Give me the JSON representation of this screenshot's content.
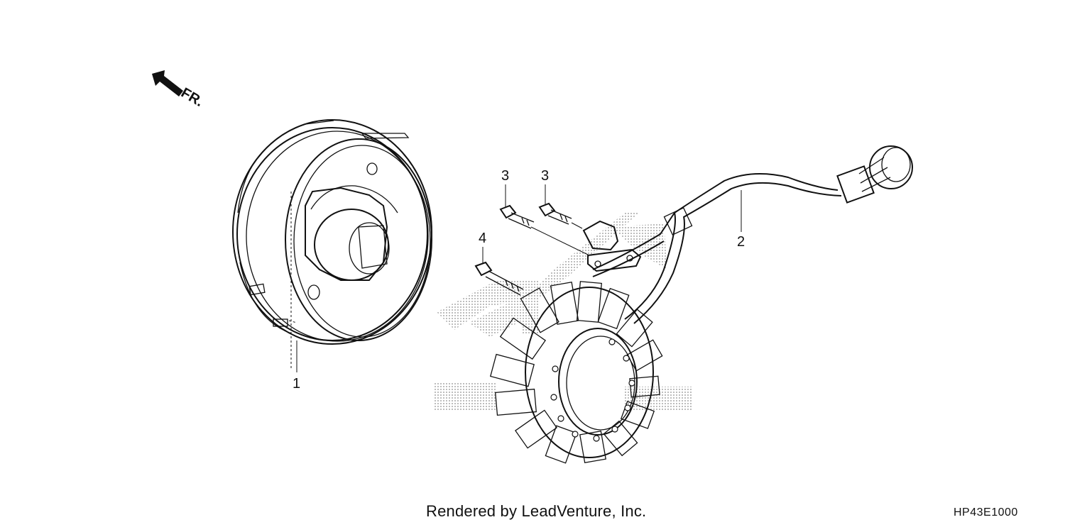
{
  "direction": {
    "label": "FR.",
    "icon": "front-direction-arrow-icon"
  },
  "callouts": [
    {
      "id": "1",
      "label": "1"
    },
    {
      "id": "2",
      "label": "2"
    },
    {
      "id": "3a",
      "label": "3"
    },
    {
      "id": "3b",
      "label": "3"
    },
    {
      "id": "4",
      "label": "4"
    }
  ],
  "footer": {
    "credit": "Rendered by LeadVenture, Inc.",
    "diagram_code": "HP43E1000"
  },
  "colors": {
    "line": "#111111",
    "watermark": "#c8c8c8",
    "background": "#ffffff"
  }
}
